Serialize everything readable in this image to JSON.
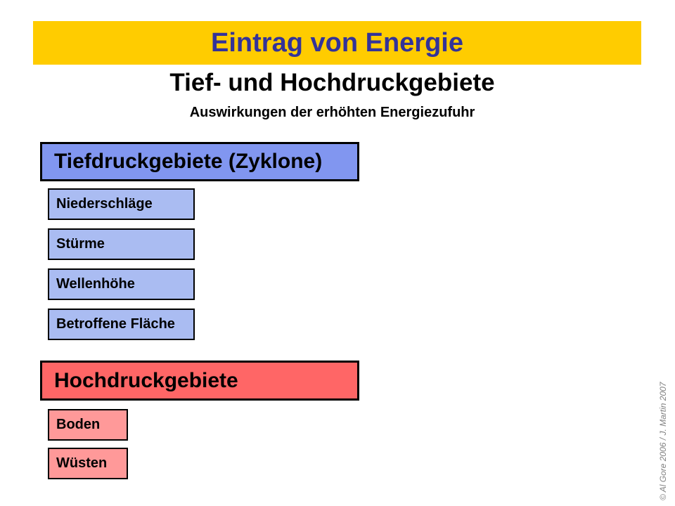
{
  "banner": {
    "title": "Eintrag von Energie"
  },
  "title": "Tief- und Hochdruckgebiete",
  "subtitle": "Auswirkungen der erhöhten Energiezufuhr",
  "sections": [
    {
      "header": "Tiefdruckgebiete (Zyklone)",
      "items": [
        "Niederschläge",
        "Stürme",
        "Wellenhöhe",
        "Betroffene Fläche"
      ]
    },
    {
      "header": "Hochdruckgebiete",
      "items": [
        "Boden",
        "Wüsten"
      ]
    }
  ],
  "credit": "© Al Gore 2006 / J. Martin 2007",
  "colors": {
    "banner_bg": "#ffcc00",
    "banner_text": "#333399",
    "low_header_bg": "#8196f0",
    "low_item_bg": "#aabcf2",
    "high_header_bg": "#ff6666",
    "high_item_bg": "#ff9999",
    "box_border": "#000000",
    "credit_text": "#808080"
  }
}
